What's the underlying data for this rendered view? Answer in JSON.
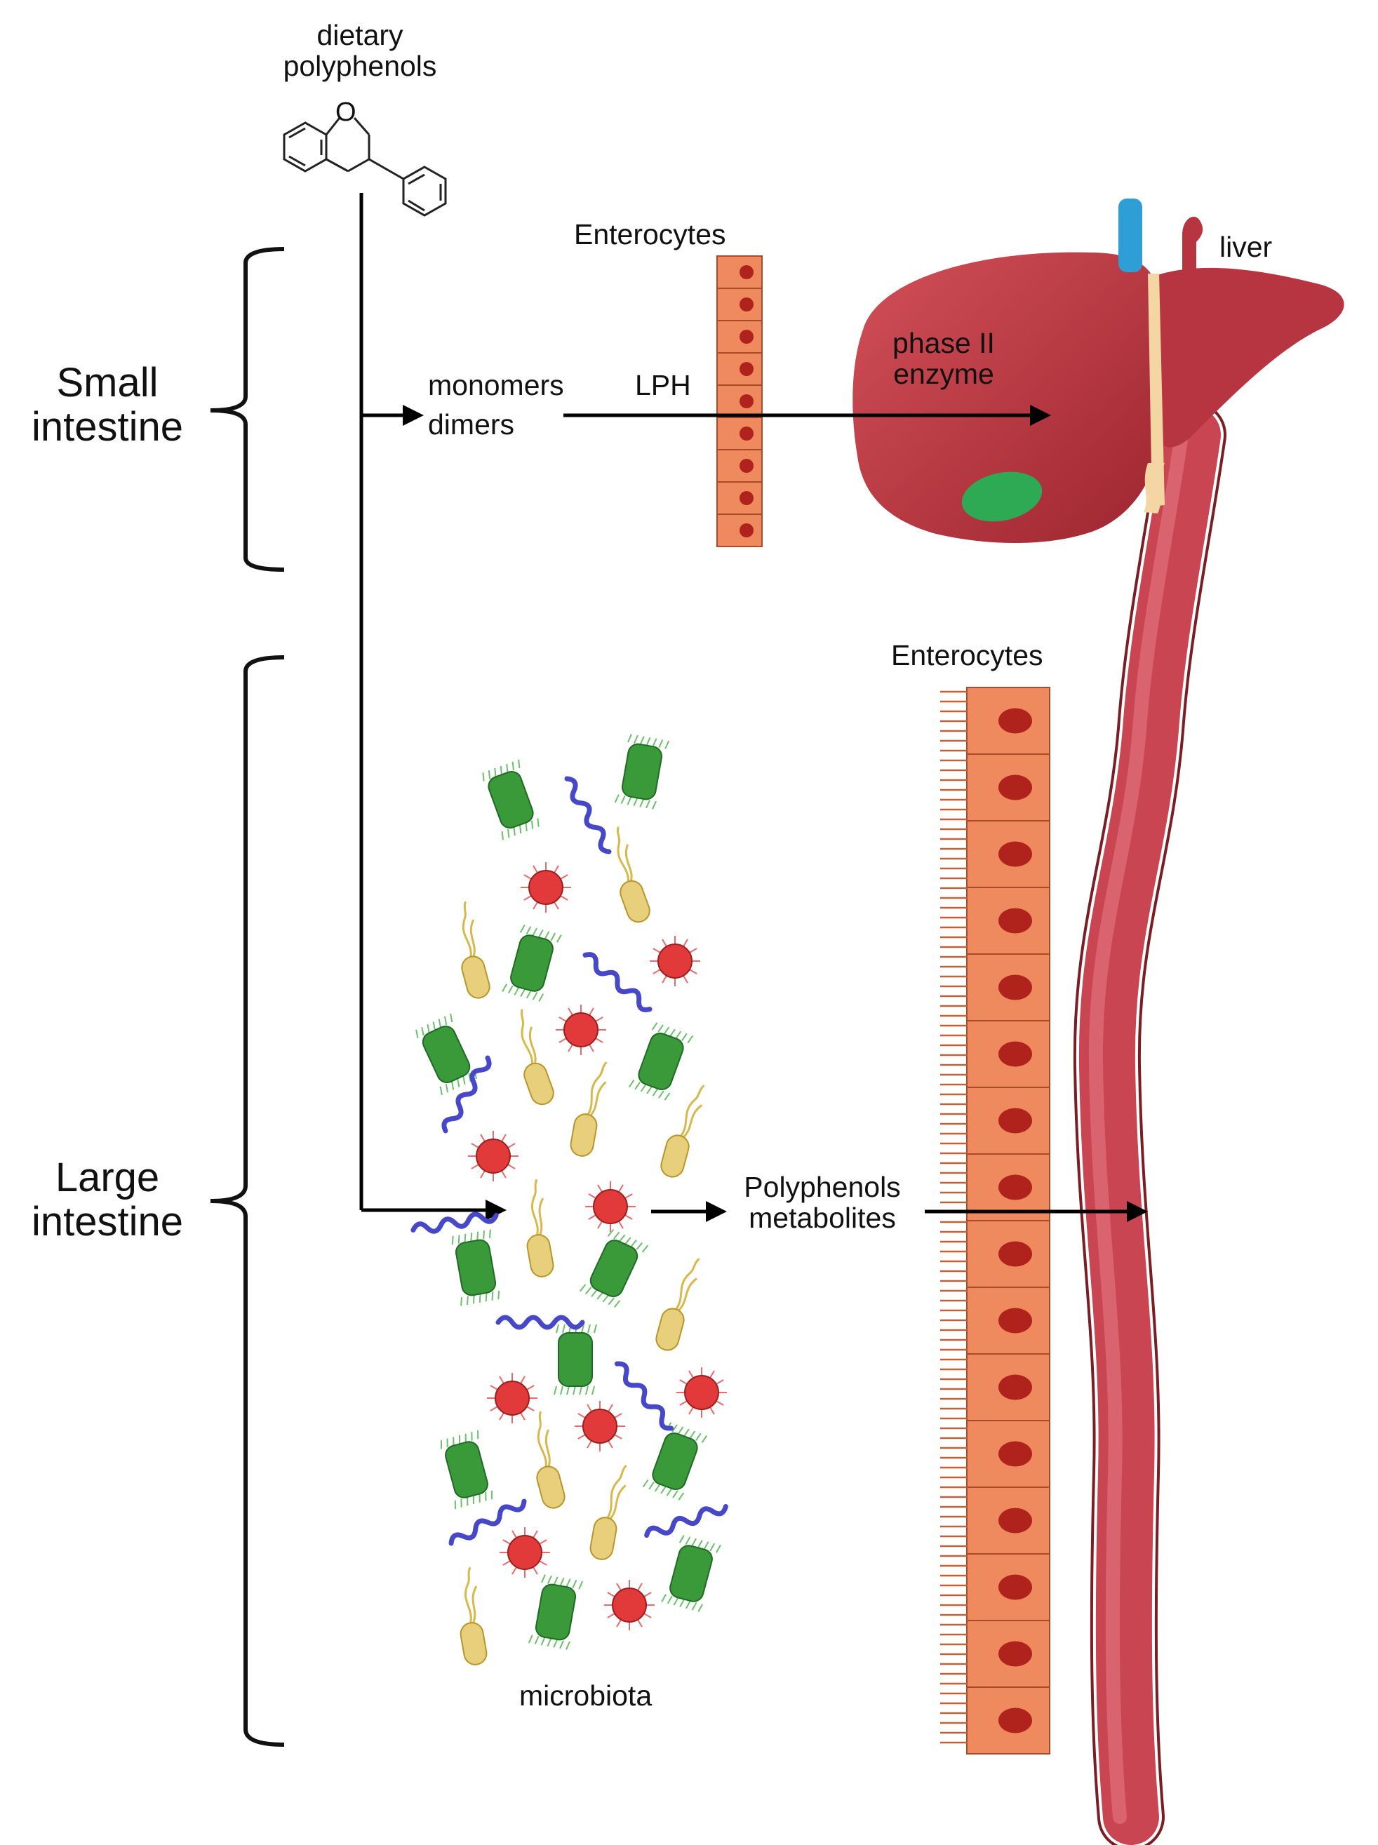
{
  "labels": {
    "dietary_polyphenols_line1": "dietary",
    "dietary_polyphenols_line2": "polyphenols",
    "enterocytes_small": "Enterocytes",
    "liver": "liver",
    "small_intestine_line1": "Small",
    "small_intestine_line2": "intestine",
    "monomers": "monomers",
    "dimers": "dimers",
    "lph": "LPH",
    "phase_ii_line1": "phase II",
    "phase_ii_line2": "enzyme",
    "enterocytes_large": "Enterocytes",
    "large_intestine_line1": "Large",
    "large_intestine_line2": "intestine",
    "polyphenols_metabolites_line1": "Polyphenols",
    "polyphenols_metabolites_line2": "metabolites",
    "microbiota": "microbiota",
    "chemical_oxygen": "O"
  },
  "colors": {
    "enterocyte_fill": "#ef8a5e",
    "enterocyte_nucleus": "#b0221c",
    "liver_fill": "#b8343e",
    "gallbladder": "#2eaa55",
    "blood_vessel": "#c94552",
    "portal_blue": "#2e9fd6",
    "bacteria_green": "#3a9a3a",
    "bacteria_red": "#e23a3a",
    "bacteria_yellow": "#e8cf7c",
    "spirochete_blue": "#4648c8"
  }
}
